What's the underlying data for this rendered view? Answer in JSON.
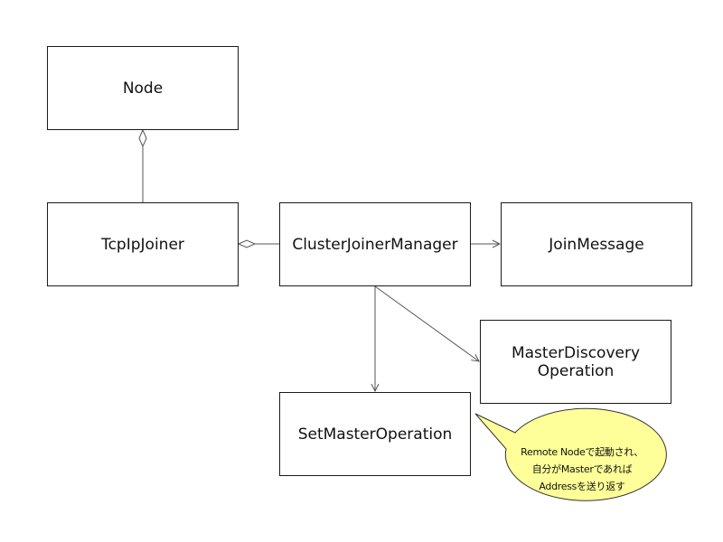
{
  "nodes": {
    "node": "Node",
    "tcpip_joiner": "TcpIpJoiner",
    "cluster_joiner_manager": "ClusterJoinerManager",
    "join_message": "JoinMessage",
    "master_discovery_operation": "MasterDiscovery\nOperation",
    "set_master_operation": "SetMasterOperation"
  },
  "callout": {
    "text": "Remote Nodeで起動され、\n自分がMasterであれば\nAddressを送り返す",
    "fill_color": "#ffff99"
  },
  "edges": [
    {
      "from": "tcpip_joiner",
      "to": "node",
      "kind": "aggregation"
    },
    {
      "from": "cluster_joiner_manager",
      "to": "tcpip_joiner",
      "kind": "aggregation"
    },
    {
      "from": "cluster_joiner_manager",
      "to": "join_message",
      "kind": "dependency"
    },
    {
      "from": "cluster_joiner_manager",
      "to": "master_discovery_operation",
      "kind": "dependency"
    },
    {
      "from": "cluster_joiner_manager",
      "to": "set_master_operation",
      "kind": "dependency"
    }
  ],
  "colors": {
    "line": "#555555",
    "border": "#1a1a1a",
    "callout_border": "#333333"
  }
}
